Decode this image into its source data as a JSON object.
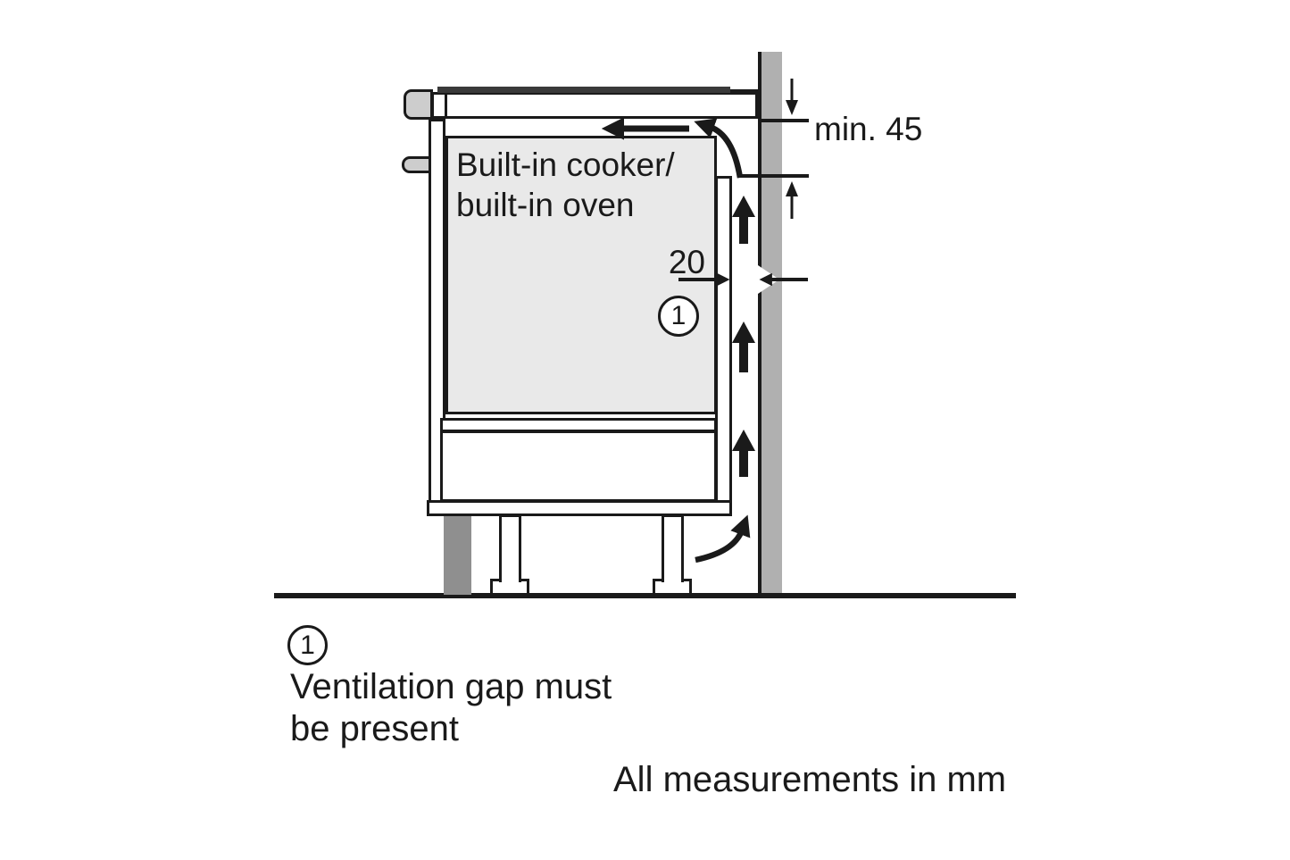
{
  "diagram": {
    "appliance_label": "Built-in cooker/\nbuilt-in oven",
    "dim_top_clearance": "min. 45",
    "dim_rear_gap": "20",
    "callout_number": "1"
  },
  "legend": {
    "marker_number": "1",
    "text": "Ventilation gap must\nbe present"
  },
  "footnote": "All measurements in mm",
  "colors": {
    "background": "#ffffff",
    "line": "#1a1a1a",
    "wall_gray": "#b0b0b0",
    "trim_gray": "#cdcdcd",
    "appliance_gray": "#e9e9e9",
    "plinth_gray": "#8f8f8f",
    "hob_surface_dark": "#3a3a3a"
  }
}
